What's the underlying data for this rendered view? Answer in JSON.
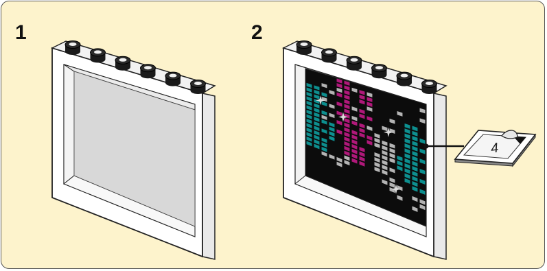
{
  "steps": [
    {
      "number": "1",
      "part": "white-frame-1x6x5"
    },
    {
      "number": "2",
      "part": "white-frame-with-pixel-display"
    }
  ],
  "sticker": {
    "label": "4"
  },
  "colors": {
    "background": "#fdf3cc",
    "frame": "#ffffff",
    "frame_shadow": "#d9d9d9",
    "frame_outline": "#222222",
    "stud": "#1a1a1a",
    "screen_bg": "#0c0c0c",
    "pixel_teal": "#0d8f8f",
    "pixel_magenta": "#b0187a",
    "pixel_gray": "#b4b4b4"
  },
  "icons": [
    "stud-icon",
    "sparkle-icon",
    "sticker-peel-icon"
  ]
}
